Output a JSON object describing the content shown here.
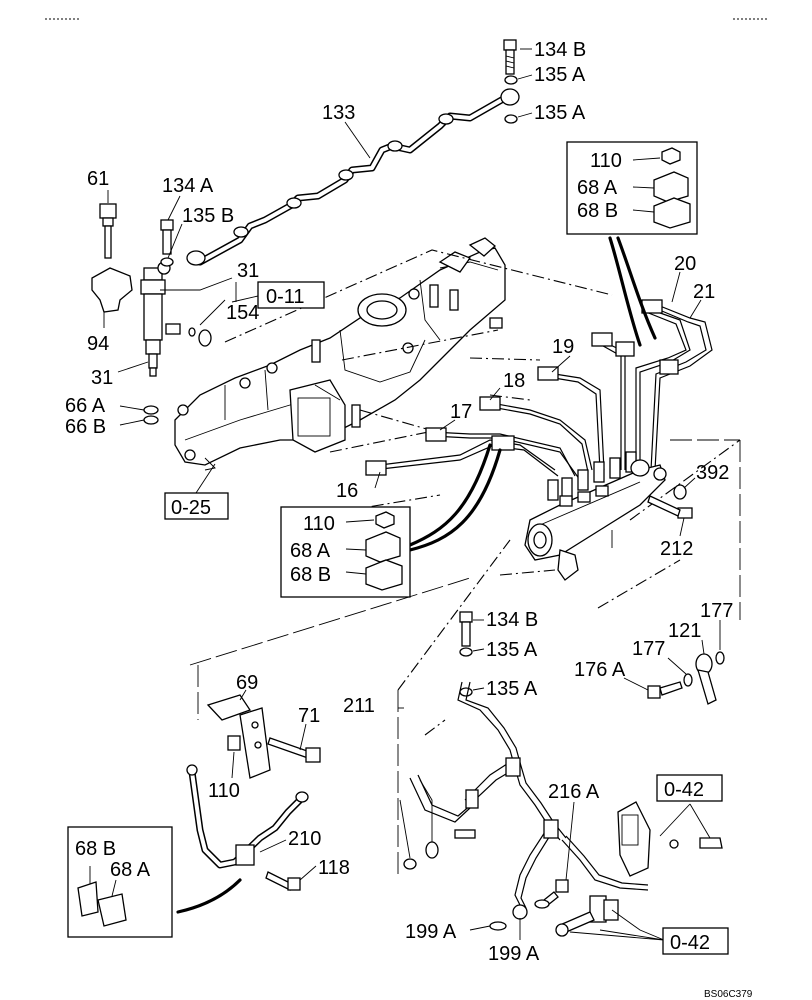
{
  "drawing_code": "BS06C379",
  "callouts": {
    "c134b_top": "134 B",
    "c135a_top1": "135 A",
    "c135a_top2": "135 A",
    "c133": "133",
    "c61": "61",
    "c134a": "134 A",
    "c135b": "135 B",
    "c31_upper": "31",
    "c154": "154",
    "c94": "94",
    "c31_lower": "31",
    "c66a": "66 A",
    "c66b": "66 B",
    "c20": "20",
    "c21": "21",
    "c19": "19",
    "c18": "18",
    "c17": "17",
    "c16": "16",
    "c392": "392",
    "c212": "212",
    "c134b_mid": "134 B",
    "c135a_mid1": "135 A",
    "c135a_mid2": "135 A",
    "c177_top": "177",
    "c121": "121",
    "c177_mid": "177",
    "c176a": "176 A",
    "c211": "211",
    "c69": "69",
    "c71": "71",
    "c110_low": "110",
    "c210": "210",
    "c118": "118",
    "c216a": "216 A",
    "c199a_1": "199 A",
    "c199a_2": "199 A"
  },
  "ref_boxes": {
    "ref_0_11": "0-11",
    "ref_0_25": "0-25",
    "ref_0_42_top": "0-42",
    "ref_0_42_bottom": "0-42"
  },
  "insets": {
    "top_right": {
      "c110": "110",
      "c68a": "68 A",
      "c68b": "68 B"
    },
    "middle": {
      "c110": "110",
      "c68a": "68 A",
      "c68b": "68 B"
    },
    "bottom_left": {
      "c68b": "68 B",
      "c68a": "68 A"
    }
  }
}
